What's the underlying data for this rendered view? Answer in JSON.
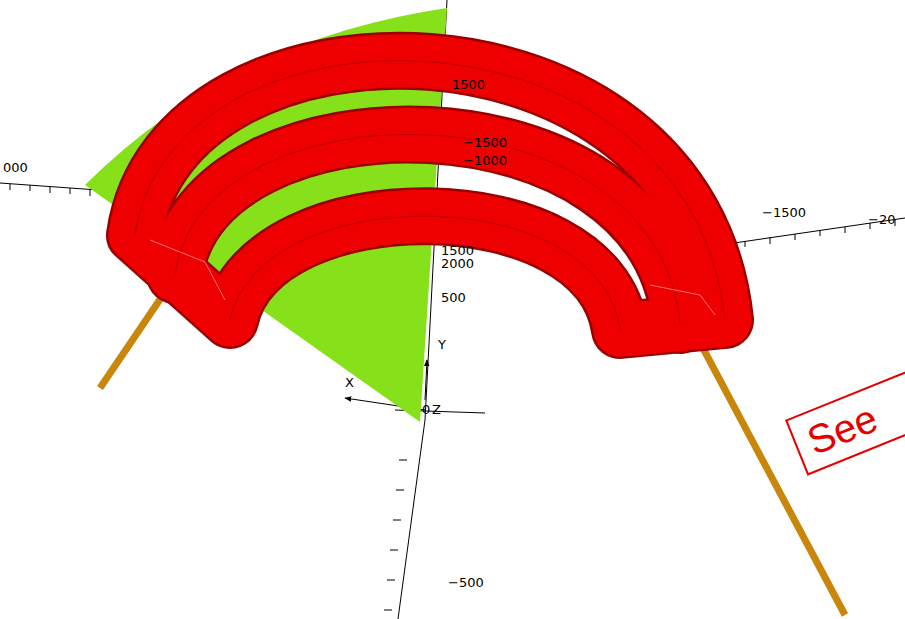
{
  "diagram": {
    "nodes": [
      {
        "text": [
          "See"
        ]
      }
    ],
    "labels": [
      "000",
      "1500",
      "−1500",
      "−1000",
      "1500",
      "2000",
      "500",
      "Y",
      "X",
      "0",
      "Z",
      "−1500",
      "−20",
      "−500"
    ]
  }
}
